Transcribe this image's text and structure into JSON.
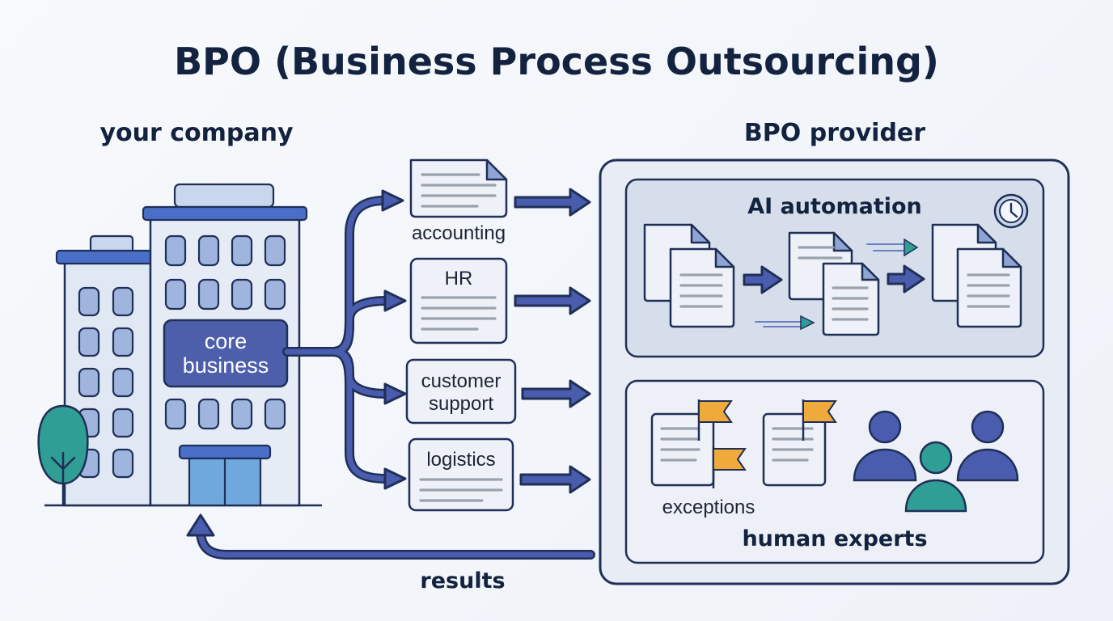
{
  "title": "BPO (Business Process Outsourcing)",
  "company": {
    "heading": "your company",
    "core": [
      "core",
      "business"
    ]
  },
  "provider": {
    "heading": "BPO provider",
    "ai": "AI automation",
    "exceptions": "exceptions",
    "human": "human experts"
  },
  "functions": {
    "accounting": "accounting",
    "hr": "HR",
    "support": [
      "customer",
      "support"
    ],
    "logistics": "logistics"
  },
  "results": "results",
  "icons": [
    "building-icon",
    "tree-icon",
    "document-icon",
    "flag-icon",
    "clock-icon",
    "people-icon",
    "arrow-icon"
  ],
  "colors": {
    "navy": "#1f2f57",
    "accent": "#4a5cad",
    "teal": "#2f9e94",
    "flag": "#f0a93b",
    "panel": "#dde5f1"
  }
}
